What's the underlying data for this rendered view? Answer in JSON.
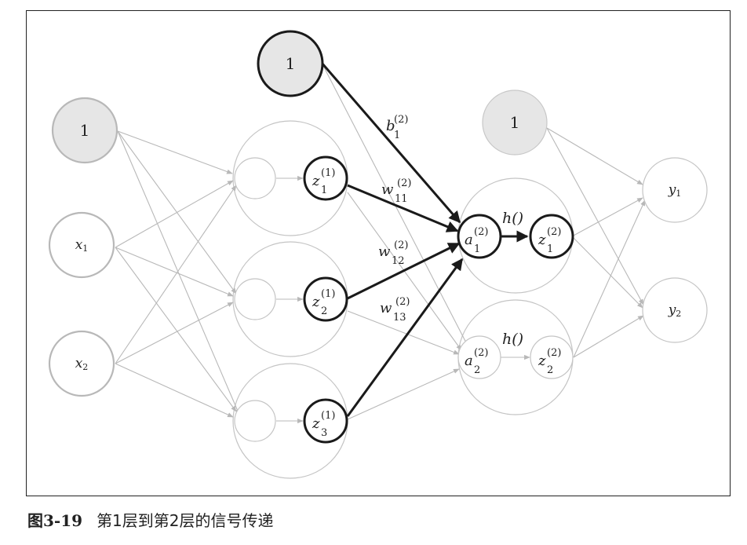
{
  "caption": {
    "label": "图3-19",
    "text": "第1层到第2层的信号传递"
  },
  "inputs": {
    "bias": "1",
    "x1_base": "x",
    "x1_sub": "1",
    "x2_base": "x",
    "x2_sub": "2"
  },
  "layer1": {
    "bias": "1",
    "z1_base": "z",
    "z1_sub": "1",
    "z1_sup": "(1)",
    "z2_base": "z",
    "z2_sub": "2",
    "z2_sup": "(1)",
    "z3_base": "z",
    "z3_sub": "3",
    "z3_sup": "(1)"
  },
  "layer2": {
    "bias": "1",
    "a1_base": "a",
    "a1_sub": "1",
    "a1_sup": "(2)",
    "z1_base": "z",
    "z1_sub": "1",
    "z1_sup": "(2)",
    "a2_base": "a",
    "a2_sub": "2",
    "a2_sup": "(2)",
    "z2_base": "z",
    "z2_sub": "2",
    "z2_sup": "(2)",
    "h1": "h()",
    "h2": "h()"
  },
  "outputs": {
    "y1_base": "y",
    "y1_sub": "1",
    "y2_base": "y",
    "y2_sub": "2"
  },
  "weights": {
    "b1_base": "b",
    "b1_sub": "1",
    "b1_sup": "(2)",
    "w11_base": "w",
    "w11_sub": "11",
    "w11_sup": "(2)",
    "w12_base": "w",
    "w12_sub": "12",
    "w12_sup": "(2)",
    "w13_base": "w",
    "w13_sub": "13",
    "w13_sup": "(2)"
  },
  "colors": {
    "light_line": "#b8b8b8",
    "dark_line": "#1a1a1a",
    "bias_fill": "#e6e6e6",
    "node_fill": "#ffffff"
  }
}
